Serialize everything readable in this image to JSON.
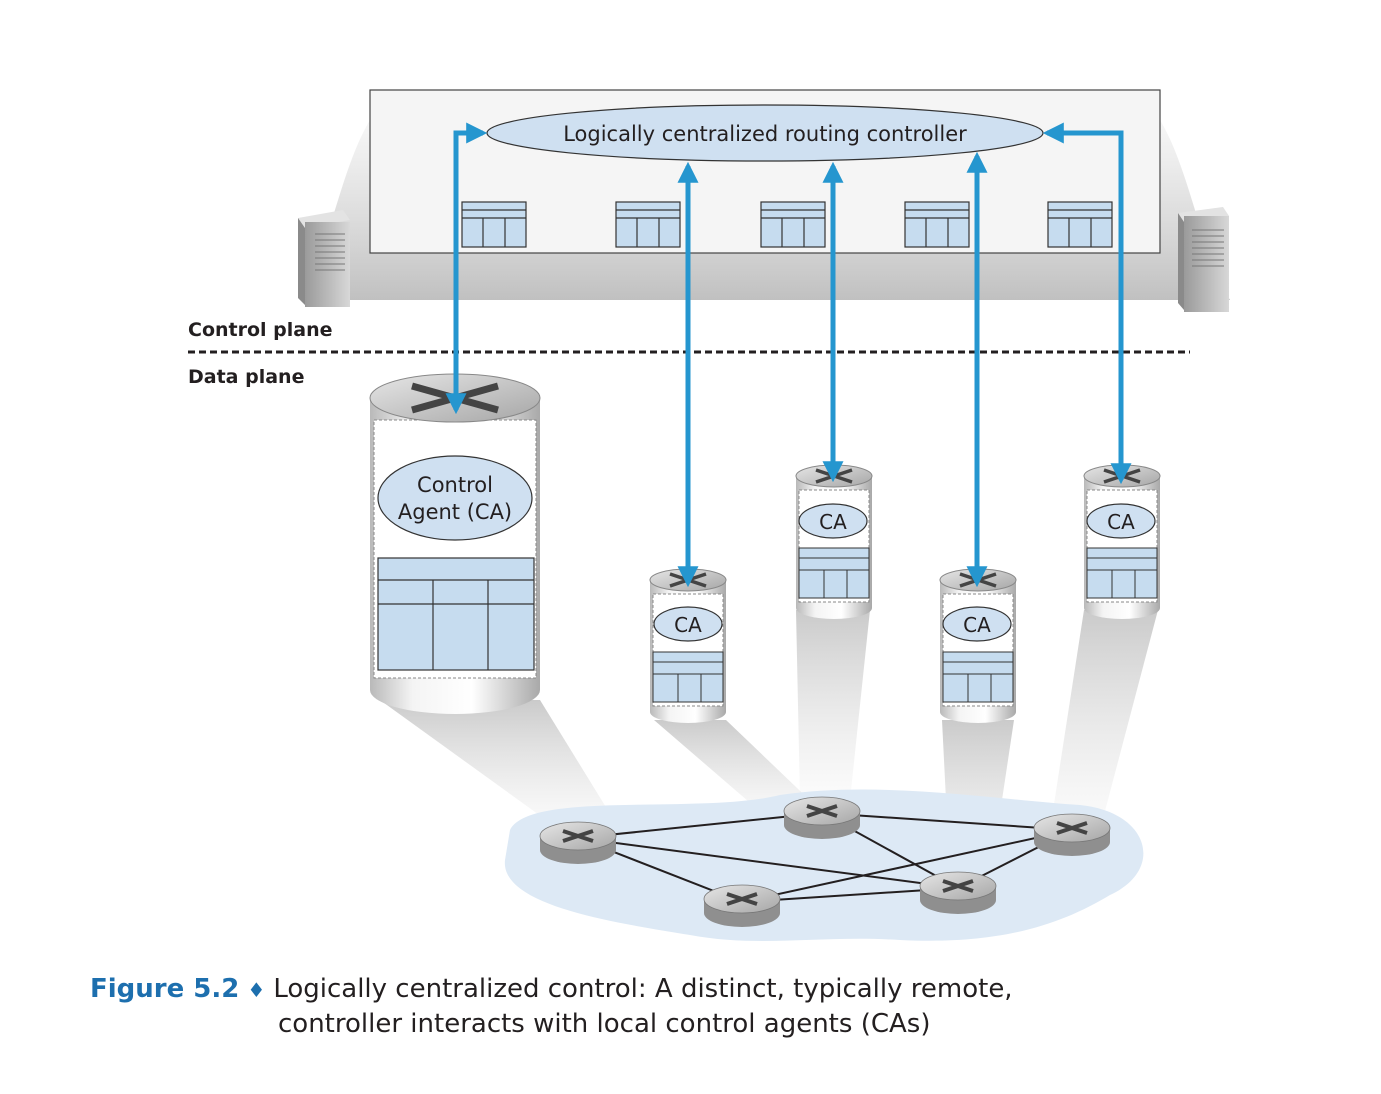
{
  "controller": {
    "label": "Logically centralized routing controller"
  },
  "planes": {
    "control": "Control plane",
    "data": "Data plane"
  },
  "large_router": {
    "label_line1": "Control",
    "label_line2": "Agent (CA)"
  },
  "small_routers": [
    {
      "label": "CA"
    },
    {
      "label": "CA"
    },
    {
      "label": "CA"
    },
    {
      "label": "CA"
    }
  ],
  "caption": {
    "figure": "Figure 5.2",
    "separator": "♦",
    "line1": "Logically centralized control: A distinct, typically remote,",
    "line2": "controller interacts with local control agents (CAs)"
  },
  "colors": {
    "arrow": "#2596cf",
    "table_fill": "#c6dcef",
    "ellipse_fill": "#cfe0f1",
    "network_cloud": "#dde9f5"
  }
}
